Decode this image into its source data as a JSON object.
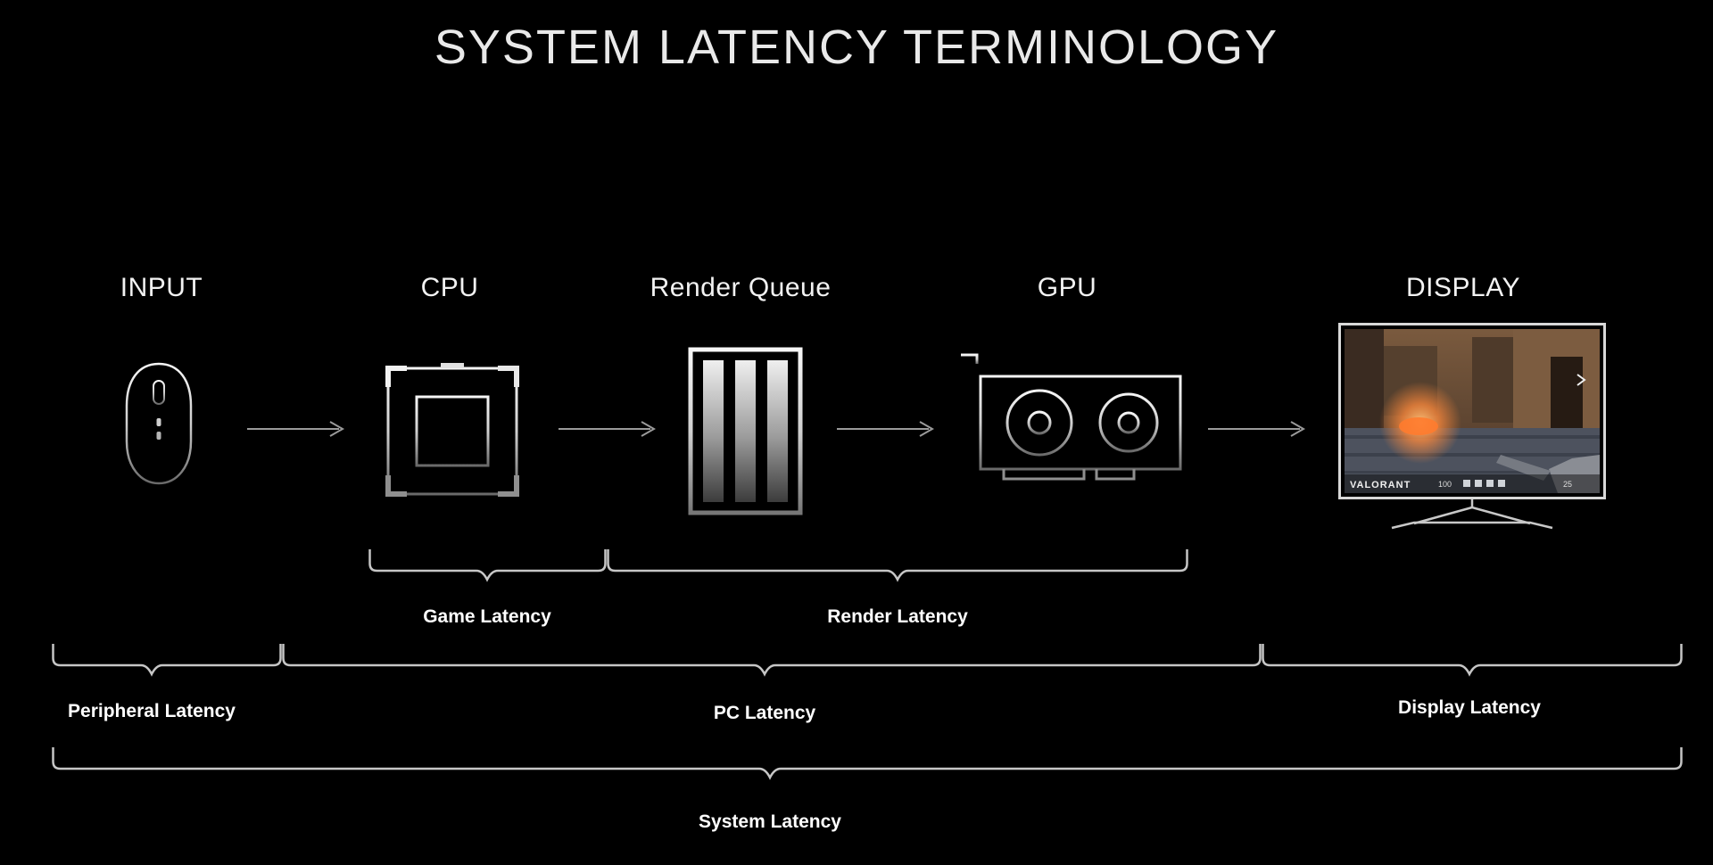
{
  "title": "SYSTEM LATENCY TERMINOLOGY",
  "stages": [
    {
      "label": "INPUT",
      "icon": "mouse-icon"
    },
    {
      "label": "CPU",
      "icon": "cpu-icon"
    },
    {
      "label": "Render Queue",
      "icon": "render-queue-icon"
    },
    {
      "label": "GPU",
      "icon": "gpu-icon"
    },
    {
      "label": "DISPLAY",
      "icon": "display-icon"
    }
  ],
  "brackets": {
    "game": "Game Latency",
    "render": "Render Latency",
    "peripheral": "Peripheral Latency",
    "pc": "PC Latency",
    "display": "Display Latency",
    "system": "System Latency"
  },
  "screen": {
    "game_title": "VALORANT",
    "hud_credits": "100",
    "hud_ammo": "25"
  },
  "colors": {
    "background": "#000000",
    "title": "#e9e9e9",
    "bracket": "#c6c6c6",
    "arrow": "#9a9a9a",
    "label": "#ffffff"
  }
}
